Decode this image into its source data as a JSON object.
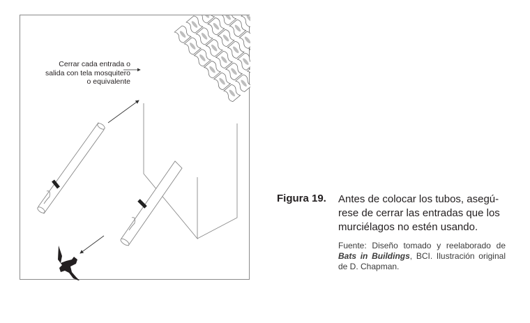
{
  "figure": {
    "callout": {
      "line1": "Cerrar cada entrada o",
      "line2": "salida con tela mosquitero",
      "line3": "o equivalente"
    },
    "icons": [
      "roof-tile-grid-icon",
      "wall-block-icon",
      "tube-icon",
      "bat-icon",
      "arrow-icon"
    ],
    "colors": {
      "frame": "#8a8a8a",
      "line": "#777777",
      "dark": "#231f20"
    }
  },
  "caption": {
    "label": "Figura 19.",
    "line1": "Antes de colocar los tubos, asegú-",
    "line2": "rese de cerrar las entradas que los",
    "line3": "murciélagos no estén usando.",
    "source_prefix": "Fuente: Diseño tomado y reelaborado de ",
    "source_title": "Bats in Buildings",
    "source_suffix": ", BCI. Ilustración original de D. Chapman."
  }
}
